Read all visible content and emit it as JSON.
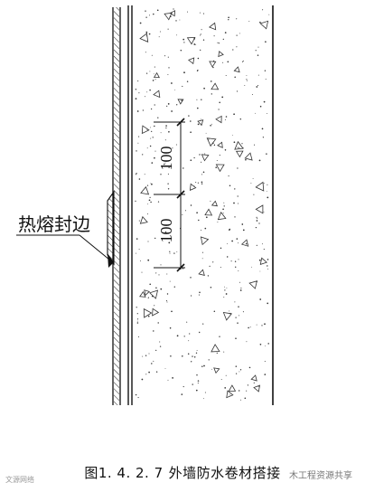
{
  "drawing": {
    "label_seal": "热熔封边",
    "dim_upper": "100",
    "dim_lower": "100"
  },
  "caption": {
    "figure_number": "图1. 4. 2. 7",
    "figure_title": "外墙防水卷材搭接"
  },
  "watermarks": {
    "left": "文源网络",
    "right": "木工程资源共享"
  },
  "colors": {
    "ink": "#111111",
    "hatch": "#222222",
    "background": "#ffffff"
  }
}
